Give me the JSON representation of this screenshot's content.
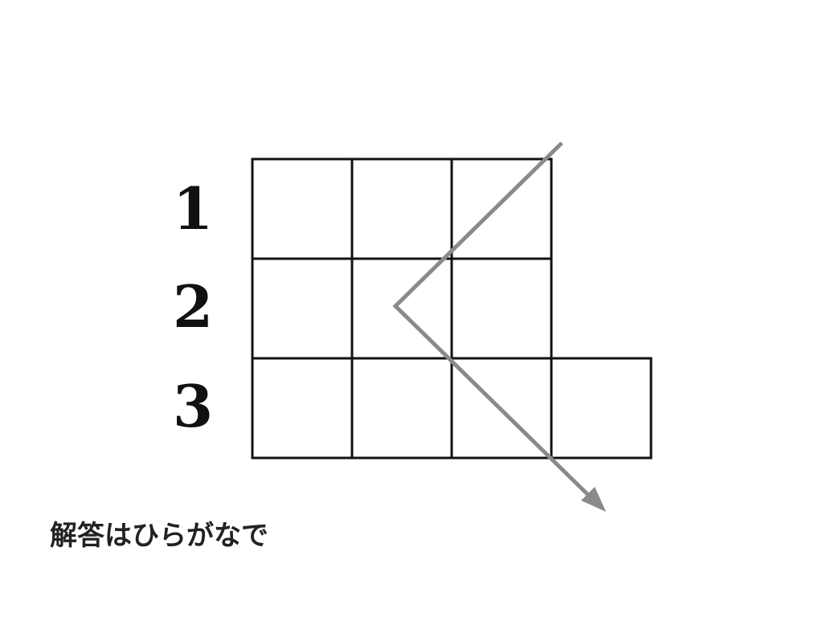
{
  "row_labels": [
    "1",
    "2",
    "3"
  ],
  "grid": {
    "rows": [
      {
        "label": "1",
        "cells": 3
      },
      {
        "label": "2",
        "cells": 3
      },
      {
        "label": "3",
        "cells": 4
      }
    ]
  },
  "arrow": {
    "color": "#8a8a8a",
    "description_direction": "zigzag-down-right"
  },
  "note": {
    "text": "解答はひらがなで"
  },
  "colors": {
    "grid_line": "#111111",
    "arrow": "#8a8a8a",
    "background": "#ffffff"
  }
}
